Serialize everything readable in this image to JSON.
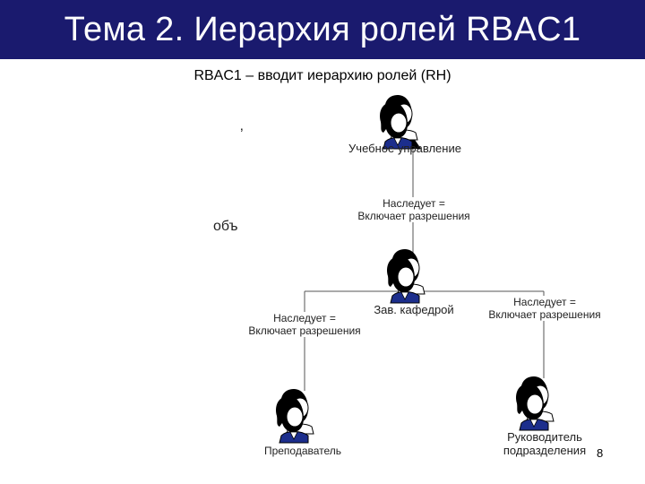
{
  "title": "Тема 2. Иерархия ролей RBAC1",
  "subtitle": "RBAC1 – вводит иерархию ролей (RH)",
  "fragments": {
    "tick": "‚",
    "partial_word": "объ"
  },
  "roles": {
    "top": "Учебное управление",
    "middle": "Зав. кафедрой",
    "left": "Преподаватель",
    "right": "Руководитель подразделения"
  },
  "edges": {
    "top_line1": "Наследует =",
    "top_line2": "Включает разрешения",
    "left_line1": "Наследует =",
    "left_line2": "Включает разрешения",
    "right_line1": "Наследует =",
    "right_line2": "Включает разрешения"
  },
  "page_number": "8"
}
